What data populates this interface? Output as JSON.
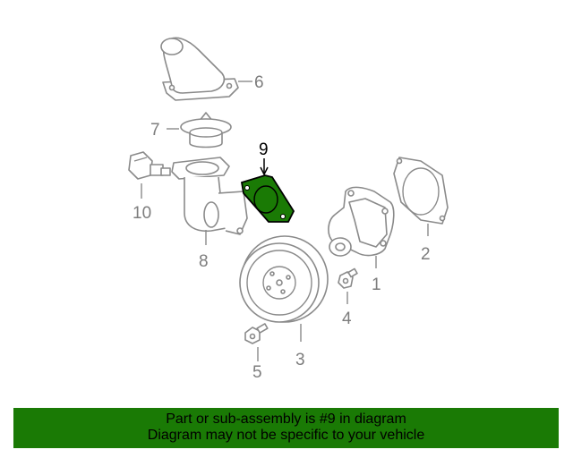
{
  "callouts": {
    "c1": "1",
    "c2": "2",
    "c3": "3",
    "c4": "4",
    "c5": "5",
    "c6": "6",
    "c7": "7",
    "c8": "8",
    "c9": "9",
    "c10": "10"
  },
  "highlight_color": "#1a7a05",
  "banner": {
    "line1": "Part or sub-assembly is #9 in diagram",
    "line2": "Diagram may not be specific to your vehicle"
  }
}
